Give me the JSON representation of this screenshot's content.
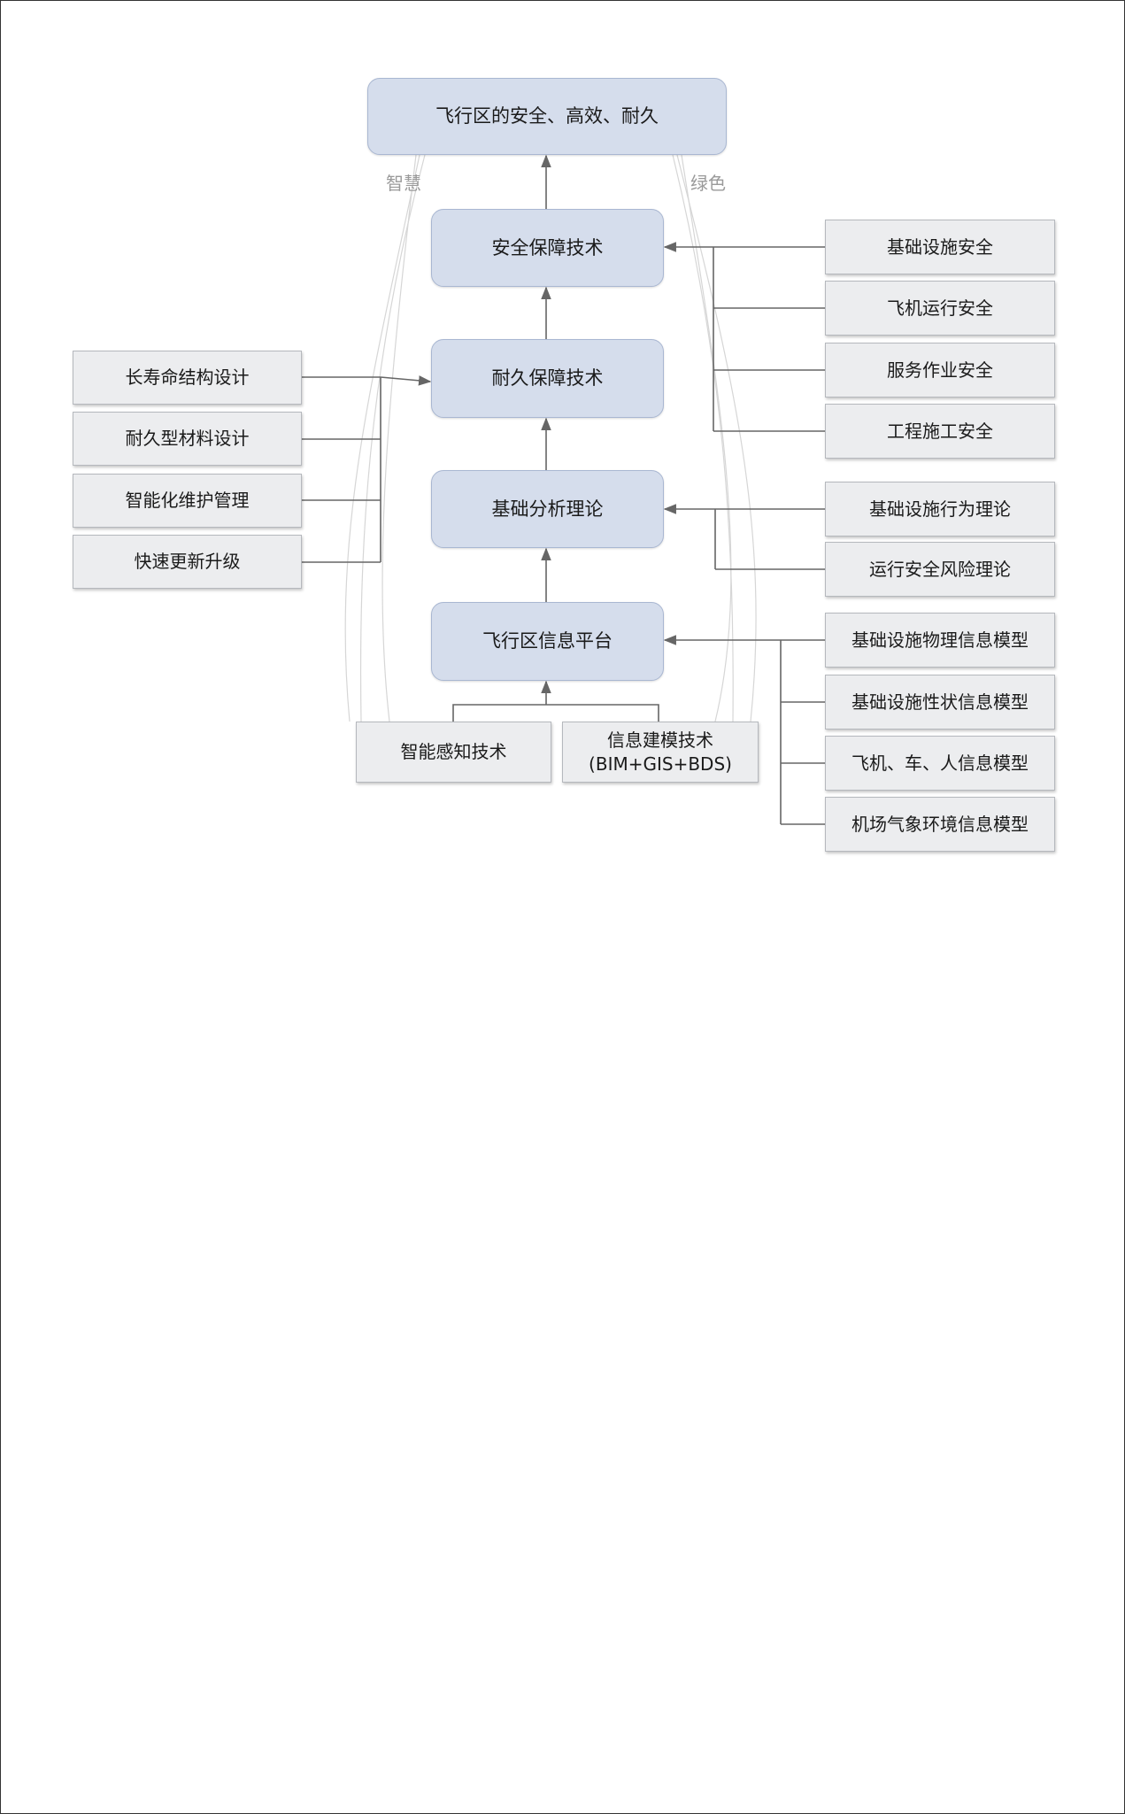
{
  "goal": "飞行区的安全、高效、耐久",
  "side_notes": {
    "left": "智慧",
    "right": "绿色"
  },
  "core": {
    "safety": "安全保障技术",
    "durability": "耐久保障技术",
    "theory": "基础分析理论",
    "platform": "飞行区信息平台"
  },
  "safety_items": [
    "基础设施安全",
    "飞机运行安全",
    "服务作业安全",
    "工程施工安全"
  ],
  "durability_items": [
    "长寿命结构设计",
    "耐久型材料设计",
    "智能化维护管理",
    "快速更新升级"
  ],
  "theory_items": [
    "基础设施行为理论",
    "运行安全风险理论"
  ],
  "platform_items": [
    "基础设施物理信息模型",
    "基础设施性状信息模型",
    "飞机、车、人信息模型",
    "机场气象环境信息模型"
  ],
  "bottom_items": {
    "sensing": "智能感知技术",
    "modeling_line1": "信息建模技术",
    "modeling_line2": "(BIM+GIS+BDS)"
  },
  "colors": {
    "core_fill": "#d5ddec",
    "side_fill": "#ecedef",
    "connector": "#666666",
    "decor_line": "#d6d6d6"
  }
}
